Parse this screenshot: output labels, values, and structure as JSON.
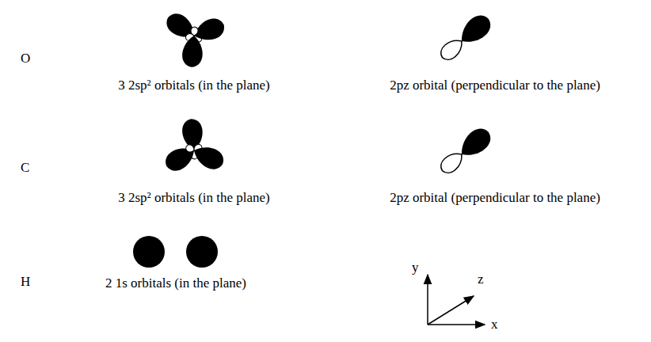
{
  "diagram": {
    "labels": [
      "O",
      "3 2sp² orbitals (in the plane)",
      "2pz orbital (perpendicular to the plane)",
      "C",
      "3 2sp² orbitals (in the plane)",
      "2pz orbital (perpendicular to the plane)",
      "H",
      "2 1s orbitals (in the plane)",
      "y",
      "z",
      "x"
    ]
  }
}
